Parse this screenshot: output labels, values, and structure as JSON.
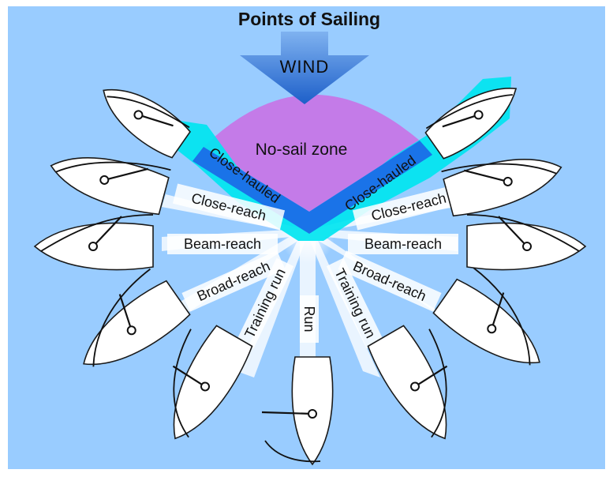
{
  "title": "Points of Sailing",
  "wind_label": "WIND",
  "no_sail_zone_label": "No-sail zone",
  "left_labels": {
    "close_hauled": "Close-hauled",
    "close_reach": "Close-reach",
    "beam_reach": "Beam-reach",
    "broad_reach": "Broad-reach",
    "training_run": "Training run"
  },
  "center_label": "Run",
  "right_labels": {
    "close_hauled": "Close-hauled",
    "close_reach": "Close-reach",
    "beam_reach": "Beam-reach",
    "broad_reach": "Broad-reach",
    "training_run": "Training run"
  },
  "colors": {
    "sky": "#99ccff",
    "no_sail_zone": "#c47be8",
    "wind_arrow": "#2c6fd6",
    "close_hauled_band": "#1a73e8",
    "highlight": "#00e5f0"
  }
}
